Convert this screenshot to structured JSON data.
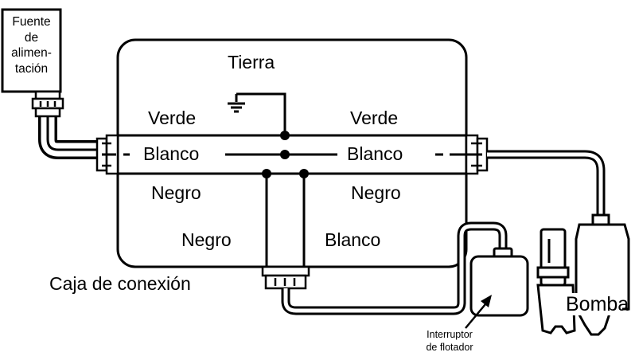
{
  "power_source": {
    "lines": [
      "Fuente",
      "de",
      "alimen-",
      "tación"
    ]
  },
  "labels": {
    "ground": "Tierra",
    "green_left": "Verde",
    "green_right": "Verde",
    "white_left": "Blanco",
    "white_right": "Blanco",
    "black_left": "Negro",
    "black_right": "Negro",
    "black_bottom": "Negro",
    "white_bottom": "Blanco",
    "junction_box": "Caja de conexión",
    "pump": "Bomba",
    "float_switch_line1": "Interruptor",
    "float_switch_line2": "de flotador"
  }
}
